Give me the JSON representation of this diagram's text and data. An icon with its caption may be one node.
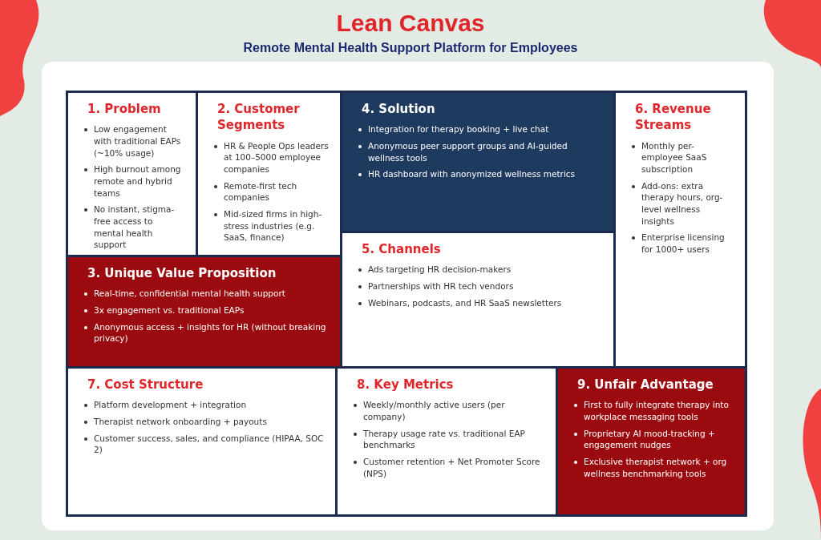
{
  "diagram": {
    "title": "Lean Canvas",
    "nodes": [
      {
        "text": [
          "1. Problem",
          "Low engagement with traditional EAPs (~10% usage)",
          "High burnout among remote and hybrid teams",
          "No instant, stigma-free access to mental health support"
        ]
      },
      {
        "text": [
          "2. Customer Segments",
          "HR & People Ops leaders at 100–5000 employee companies",
          "Remote-first tech companies",
          "Mid-sized firms in high-stress industries (e.g. SaaS, finance)"
        ]
      },
      {
        "text": [
          "3. Unique Value Proposition",
          "Real-time, confidential mental health support",
          "3x engagement vs. traditional EAPs",
          "Anonymous access + insights for HR (without breaking privacy)"
        ]
      },
      {
        "text": [
          "4. Solution",
          "Integration for therapy booking + live chat",
          "Anonymous peer support groups and AI-guided wellness tools",
          "HR dashboard with anonymized wellness metrics"
        ]
      },
      {
        "text": [
          "5. Channels",
          "Ads targeting HR decision-makers",
          "Partnerships with HR tech vendors",
          "Webinars, podcasts, and HR SaaS newsletters"
        ]
      },
      {
        "text": [
          "6. Revenue Streams",
          "Monthly per-employee SaaS subscription",
          "Add-ons: extra therapy hours, org-level wellness insights",
          "Enterprise licensing for 1000+ users"
        ]
      },
      {
        "text": [
          "7. Cost Structure",
          "Platform development + integration",
          "Therapist network onboarding + payouts",
          "Customer success, sales, and compliance (HIPAA, SOC 2)"
        ]
      },
      {
        "text": [
          "8. Key Metrics",
          "Weekly/monthly active users (per company)",
          "Therapy usage rate vs. traditional EAP benchmarks",
          "Customer retention + Net Promoter Score (NPS)"
        ]
      },
      {
        "text": [
          "9. Unfair Advantage",
          "First to fully integrate therapy into workplace messaging tools",
          "Proprietary AI mood-tracking + engagement nudges",
          "Exclusive therapist network + org wellness benchmarking tools"
        ]
      }
    ],
    "edges": [],
    "labels": [
      "Remote Mental Health Support Platform for Employees"
    ]
  }
}
